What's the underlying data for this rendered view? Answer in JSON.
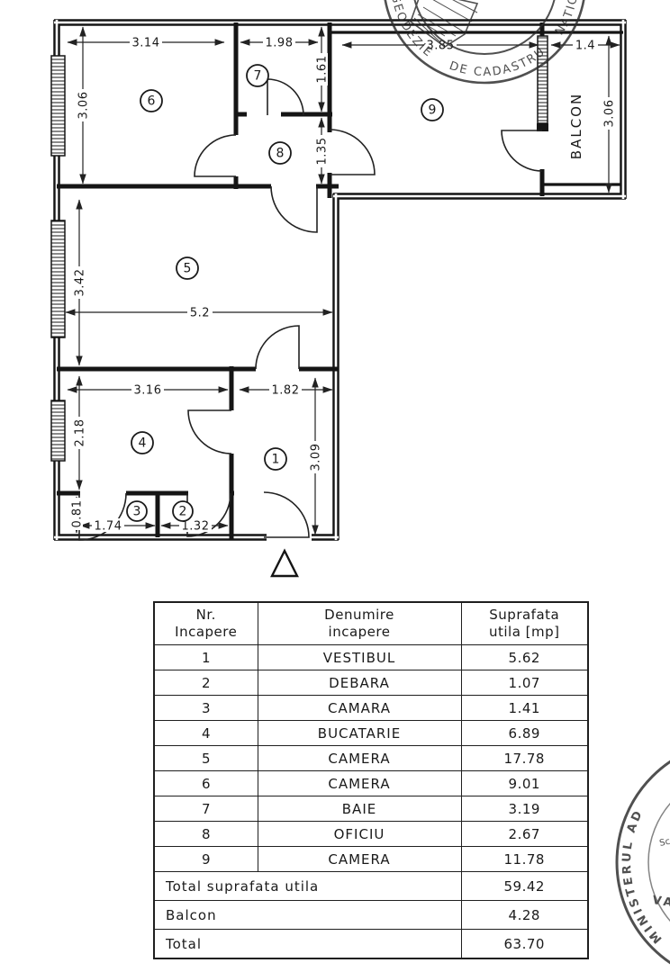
{
  "plan": {
    "room_numbers": [
      "1",
      "2",
      "3",
      "4",
      "5",
      "6",
      "7",
      "8",
      "9"
    ],
    "balcon_label": "BALCON",
    "dimensions": {
      "room6_width": "3.14",
      "room6_height": "3.06",
      "room7_width": "1.98",
      "room7_height": "1.61",
      "room8_height": "1.35",
      "room9_width": "3.85",
      "balcon_width": "1.4",
      "balcon_height": "3.06",
      "room5_width": "5.2",
      "room5_height": "3.42",
      "room4_width": "3.16",
      "room4_height": "2.18",
      "room1_width": "1.82",
      "room1_height": "3.09",
      "room3_width": "1.74",
      "room3_height": "0.81",
      "room2_width": "1.32"
    }
  },
  "stamps": {
    "top": {
      "ring_text": "GEODEZIE    DE CADASTRU    NATIONAL"
    },
    "bottom": {
      "arc_text": "MINISTERUL AD",
      "fragment_1": "Sc",
      "fragment_2": "VA"
    }
  },
  "table": {
    "headers": [
      {
        "l1": "Nr.",
        "l2": "Incapere"
      },
      {
        "l1": "Denumire",
        "l2": "incapere"
      },
      {
        "l1": "Suprafata",
        "l2": "utila [mp]"
      }
    ],
    "rows": [
      {
        "nr": "1",
        "name": "VESTIBUL",
        "area": "5.62"
      },
      {
        "nr": "2",
        "name": "DEBARA",
        "area": "1.07"
      },
      {
        "nr": "3",
        "name": "CAMARA",
        "area": "1.41"
      },
      {
        "nr": "4",
        "name": "BUCATARIE",
        "area": "6.89"
      },
      {
        "nr": "5",
        "name": "CAMERA",
        "area": "17.78"
      },
      {
        "nr": "6",
        "name": "CAMERA",
        "area": "9.01"
      },
      {
        "nr": "7",
        "name": "BAIE",
        "area": "3.19"
      },
      {
        "nr": "8",
        "name": "OFICIU",
        "area": "2.67"
      },
      {
        "nr": "9",
        "name": "CAMERA",
        "area": "11.78"
      }
    ],
    "footer": [
      {
        "label": "Total suprafata utila",
        "value": "59.42"
      },
      {
        "label": "Balcon",
        "value": "4.28"
      },
      {
        "label": "Total",
        "value": "63.70"
      }
    ]
  }
}
